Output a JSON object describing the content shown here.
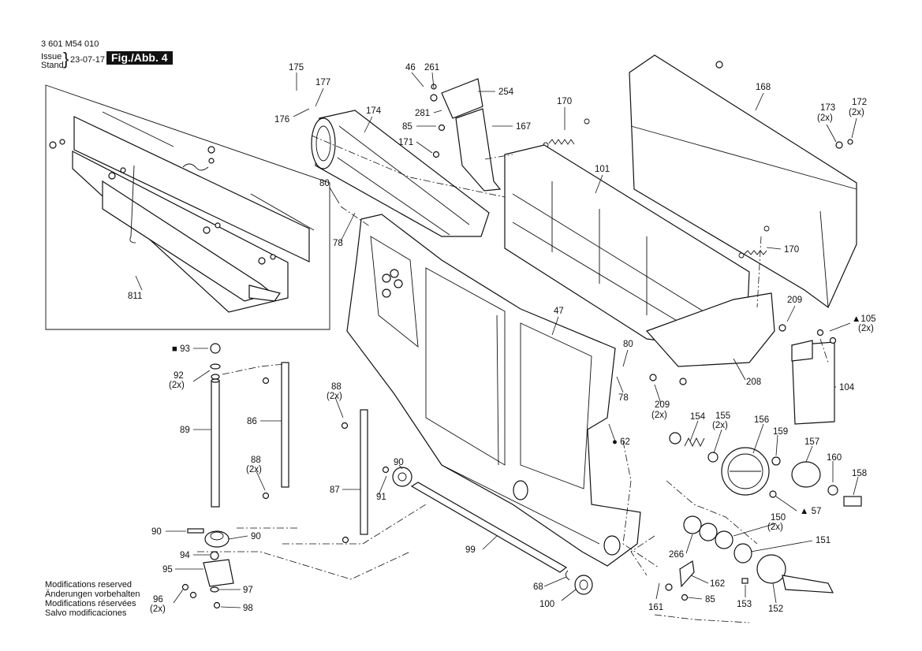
{
  "header": {
    "doc_number": "3 601 M54 010",
    "issue_label": "Issue",
    "stand_label": "Stand",
    "issue_date": "23-07-17",
    "figure_label": "Fig./Abb. 4"
  },
  "footer": {
    "lines": [
      "Modifications reserved",
      "Änderungen vorbehalten",
      "Modifications réservées",
      "Salvo modificaciones"
    ]
  },
  "callouts": {
    "c175": "175",
    "c177": "177",
    "c176": "176",
    "c174": "174",
    "c46": "46",
    "c261": "261",
    "c254": "254",
    "c281": "281",
    "c85a": "85",
    "c167": "167",
    "c171": "171",
    "c170a": "170",
    "c168": "168",
    "c173": "173",
    "c173q": "(2x)",
    "c172": "172",
    "c172q": "(2x)",
    "c101": "101",
    "c80a": "80",
    "c78a": "78",
    "c170b": "170",
    "c811": "811",
    "c209a": "209",
    "c105": "▲105",
    "c105q": "(2x)",
    "c47": "47",
    "c80b": "80",
    "c78b": "78",
    "c93": "■ 93",
    "c92": "92",
    "c92q": "(2x)",
    "c88a": "88",
    "c88aq": "(2x)",
    "c208": "208",
    "c104": "104",
    "c209b": "209",
    "c209bq": "(2x)",
    "c89": "89",
    "c86": "86",
    "c62": "● 62",
    "c154": "154",
    "c155": "155",
    "c155q": "(2x)",
    "c156": "156",
    "c159": "159",
    "c157": "157",
    "c160": "160",
    "c158": "158",
    "c90a": "90",
    "c88b": "88",
    "c88bq": "(2x)",
    "c91": "91",
    "c87": "87",
    "c57": "▲ 57",
    "c150": "150",
    "c150q": "(2x)",
    "c151": "151",
    "c90b": "90",
    "c90c": "90",
    "c99": "99",
    "c266": "266",
    "c94": "94",
    "c95": "95",
    "c162": "162",
    "c97": "97",
    "c68": "68",
    "c96": "96",
    "c96q": "(2x)",
    "c100": "100",
    "c98": "98",
    "c161": "161",
    "c85b": "85",
    "c153": "153",
    "c152": "152"
  }
}
